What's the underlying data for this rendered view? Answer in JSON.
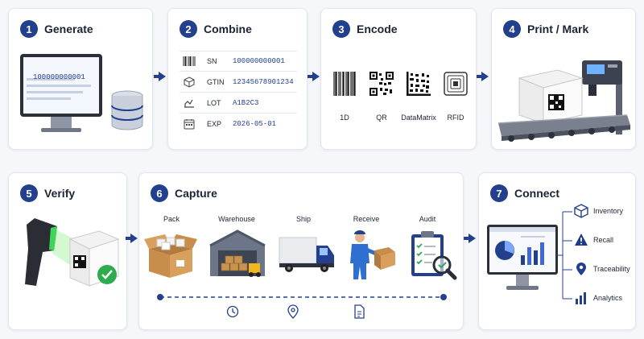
{
  "steps": {
    "generate": {
      "num": "1",
      "title": "Generate",
      "monitor_value": "100000000001"
    },
    "combine": {
      "num": "2",
      "title": "Combine",
      "rows": [
        {
          "key": "SN",
          "value": "100000000001"
        },
        {
          "key": "GTIN",
          "value": "12345678901234"
        },
        {
          "key": "LOT",
          "value": "A1B2C3"
        },
        {
          "key": "EXP",
          "value": "2026-05-01"
        }
      ]
    },
    "encode": {
      "num": "3",
      "title": "Encode",
      "types": [
        "1D",
        "QR",
        "DataMatrix",
        "RFID"
      ]
    },
    "print": {
      "num": "4",
      "title": "Print / Mark"
    },
    "verify": {
      "num": "5",
      "title": "Verify"
    },
    "capture": {
      "num": "6",
      "title": "Capture",
      "stages": [
        "Pack",
        "Warehouse",
        "Ship",
        "Receive",
        "Audit"
      ]
    },
    "connect": {
      "num": "7",
      "title": "Connect",
      "items": [
        "Inventory",
        "Recall",
        "Traceability",
        "Analytics"
      ]
    }
  },
  "colors": {
    "accent": "#23408e",
    "success": "#2eaa4f",
    "warning": "#1e3a8a"
  },
  "icons": {
    "combine": [
      "barcode-icon",
      "cube-icon",
      "chart-icon",
      "calendar-icon"
    ],
    "capture_timeline": [
      "clock-icon",
      "location-pin-icon",
      "document-icon"
    ],
    "connect": [
      "cube-icon",
      "alert-icon",
      "location-pin-icon",
      "bar-chart-icon"
    ]
  }
}
